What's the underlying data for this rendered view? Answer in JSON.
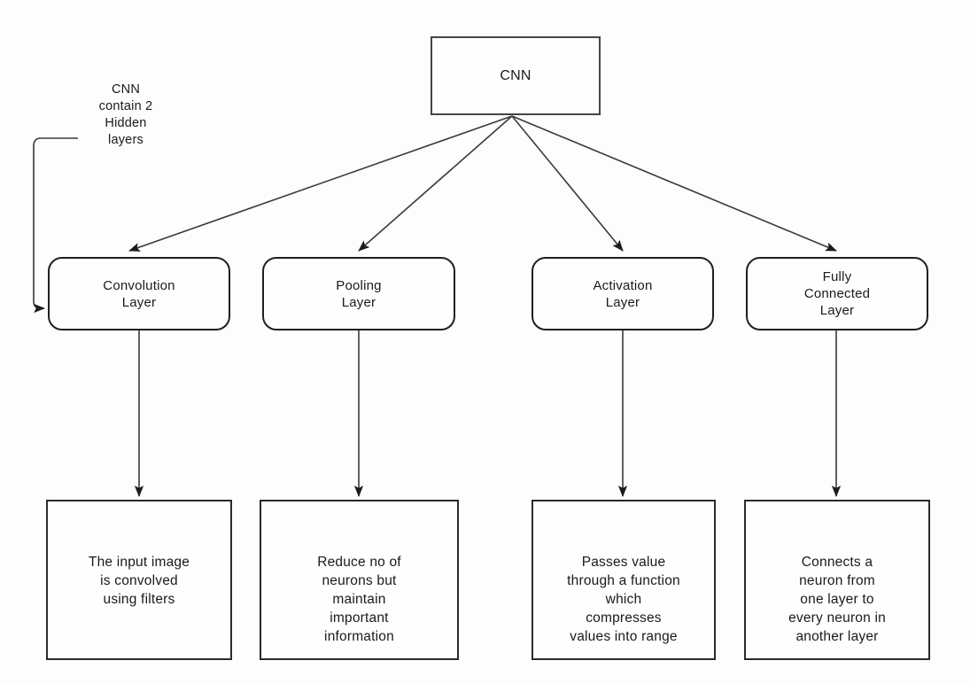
{
  "diagram": {
    "title": "CNN",
    "root": {
      "label": "CNN",
      "name": "root-node-cnn"
    },
    "annotation": {
      "text": "CNN\ncontain 2\nHidden\nlayers"
    },
    "layers": [
      {
        "label": "Convolution\nLayer",
        "name": "layer-node-convolution"
      },
      {
        "label": "Pooling\nLayer",
        "name": "layer-node-pooling"
      },
      {
        "label": "Activation\nLayer",
        "name": "layer-node-activation"
      },
      {
        "label": "Fully\nConnected\nLayer",
        "name": "layer-node-fully-connected"
      }
    ],
    "descriptions": [
      {
        "text": "The input image\nis convolved\nusing filters",
        "name": "description-node-convolution"
      },
      {
        "text": "Reduce no of\nneurons but\nmaintain\nimportant\ninformation",
        "name": "description-node-pooling"
      },
      {
        "text": "Passes value\nthrough a function\nwhich\ncompresses\nvalues into range",
        "name": "description-node-activation"
      },
      {
        "text": "Connects a\nneuron from\none layer to\nevery neuron in\nanother layer",
        "name": "description-node-fully-connected"
      }
    ],
    "colors": {
      "background": "#fdfdfd",
      "box_fill": "#fefefe",
      "border": "#1f1f1f",
      "connector": "#3a3a3a",
      "text": "#1a1a1a"
    }
  }
}
